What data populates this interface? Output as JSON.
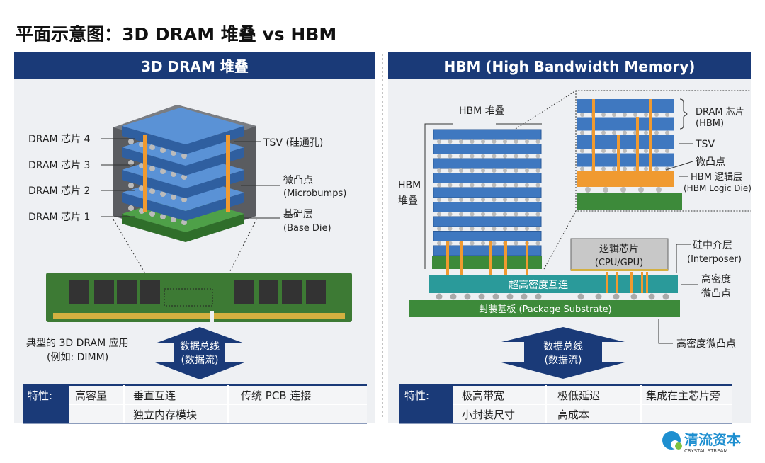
{
  "title": "平面示意图：3D DRAM 堆叠 vs HBM",
  "left": {
    "header": "3D DRAM 堆叠",
    "chips": [
      "DRAM 芯片 4",
      "DRAM 芯片 3",
      "DRAM 芯片 2",
      "DRAM 芯片 1"
    ],
    "tsv": "TSV (硅通孔)",
    "microbumps": "微凸点",
    "microbumps_en": "(Microbumps)",
    "base": "基础层",
    "base_en": "(Base Die)",
    "app_line1": "典型的 3D DRAM 应用",
    "app_line2": "(例如: DIMM)",
    "bus_line1": "数据总线",
    "bus_line2": "(数据流)",
    "features_label": "特性:",
    "features": [
      "高容量",
      "垂直互连",
      "传统 PCB 连接",
      "独立内存模块"
    ]
  },
  "right": {
    "header": "HBM (High Bandwidth Memory)",
    "stack_top": "HBM 堆叠",
    "stack_side1": "HBM",
    "stack_side2": "堆叠",
    "inset_dram": "DRAM 芯片",
    "inset_dram2": "(HBM)",
    "inset_tsv": "TSV",
    "inset_bumps": "微凸点",
    "inset_logic": "HBM 逻辑层",
    "inset_logic_en": "(HBM Logic Die)",
    "logic_chip": "逻辑芯片",
    "logic_chip_en": "(CPU/GPU)",
    "interposer": "硅中介层",
    "interposer_en": "(Interposer)",
    "hd_bumps1": "高密度",
    "hd_bumps2": "微凸点",
    "interconnect": "超高密度互连",
    "substrate": "封装基板 (Package Substrate)",
    "hd_bumps_bottom": "高密度微凸点",
    "bus_line1": "数据总线",
    "bus_line2": "(数据流)",
    "features_label": "特性:",
    "features": [
      "极高带宽",
      "极低延迟",
      "集成在主芯片旁",
      "小封装尺寸",
      "高成本"
    ]
  },
  "logo": {
    "cn": "清流资本",
    "en": "CRYSTAL   STREAM"
  },
  "colors": {
    "navy": "#1a3a78",
    "chip_blue": "#3f78c0",
    "green": "#3d8a3a",
    "orange": "#f09a30",
    "teal": "#2a9a9a"
  }
}
